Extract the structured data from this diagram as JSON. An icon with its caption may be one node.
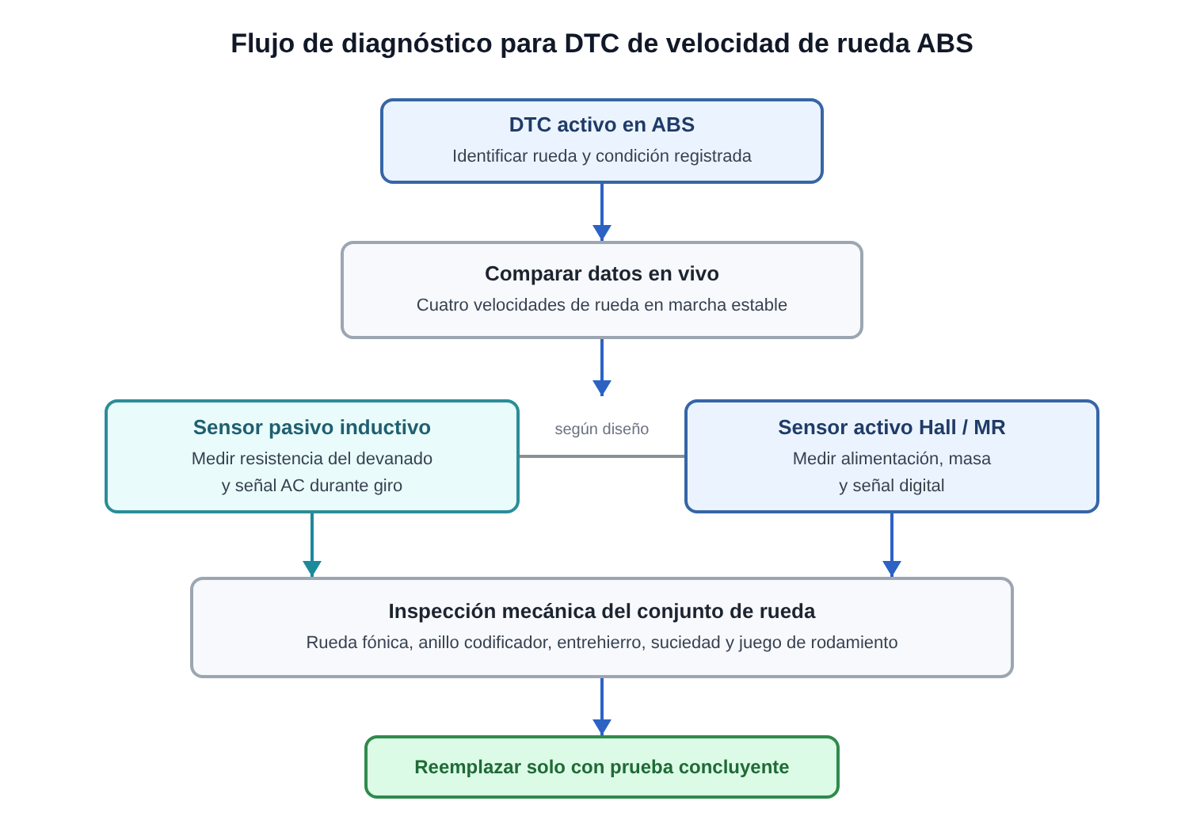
{
  "diagram": {
    "title": "Flujo de diagnóstico para DTC de velocidad de rueda ABS",
    "nodes": [
      {
        "text": [
          "DTC activo en ABS",
          "Identificar rueda y condición registrada"
        ]
      },
      {
        "text": [
          "Comparar datos en vivo",
          "Cuatro velocidades de rueda en marcha estable"
        ]
      },
      {
        "text": [
          "Sensor pasivo inductivo",
          "Medir resistencia del devanado y señal AC durante giro"
        ]
      },
      {
        "text": [
          "Sensor activo Hall / MR",
          "Medir alimentación, masa y señal digital"
        ]
      },
      {
        "text": [
          "Inspección mecánica del conjunto de rueda",
          "Rueda fónica, anillo codificador, entrehierro, suciedad y juego de rodamiento"
        ]
      },
      {
        "text": [
          "Reemplazar solo con prueba concluyente"
        ]
      }
    ],
    "edges": [
      {
        "from": 0,
        "to": 1,
        "arrow": "to"
      },
      {
        "from": 1,
        "to": null,
        "arrow": "to"
      },
      {
        "from": 2,
        "to": 3,
        "arrow": "none",
        "label": "según diseño",
        "color": "#8a9098"
      },
      {
        "from": 2,
        "to": 4,
        "arrow": "to",
        "color": "#1b8a9b"
      },
      {
        "from": 3,
        "to": 4,
        "arrow": "to"
      },
      {
        "from": 4,
        "to": 5,
        "arrow": "to"
      }
    ]
  }
}
